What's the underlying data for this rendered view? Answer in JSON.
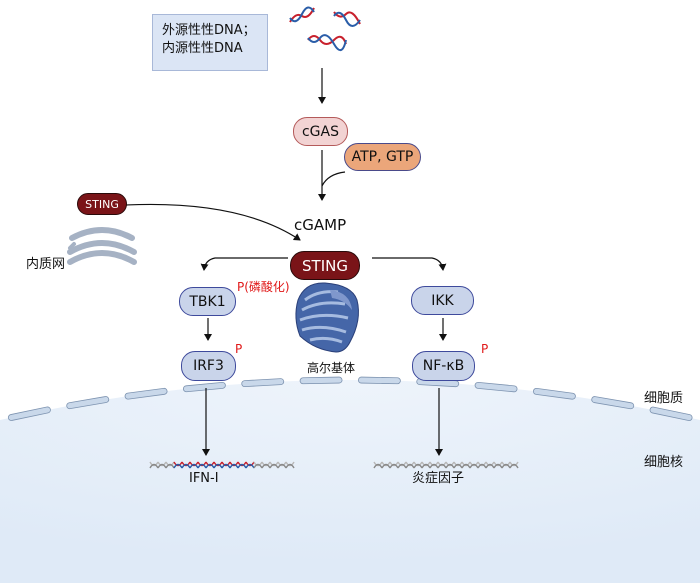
{
  "source_box": {
    "line1": "外源性性DNA；",
    "line2": "内源性性DNA"
  },
  "nodes": {
    "cgas": "cGAS",
    "atp_gtp": "ATP, GTP",
    "cgamp": "cGAMP",
    "sting_er": "STING",
    "sting_golgi": "STING",
    "tbk1": "TBK1",
    "irf3": "IRF3",
    "ikk": "IKK",
    "nfkb": "NF-κB"
  },
  "phospho_labels": {
    "tbk1": "P(磷酸化)",
    "irf3": "P",
    "nfkb": "P"
  },
  "organelles": {
    "er": "内质网",
    "golgi": "高尔基体"
  },
  "compartments": {
    "cytoplasm": "细胞质",
    "nucleus": "细胞核"
  },
  "genes": {
    "ifn": "IFN-I",
    "inflammatory": "炎症因子"
  },
  "colors": {
    "blue_pill_fill": "#c9d4ea",
    "blue_pill_border": "#3e4a9c",
    "sting_fill": "#7a1418",
    "cgas_fill": "#f2d3d3",
    "atp_fill": "#eba67a",
    "phospho": "#e01818",
    "nucleus_fill": "#e2ecf8",
    "dna_red": "#c8202c",
    "dna_blue": "#2a5da8"
  }
}
